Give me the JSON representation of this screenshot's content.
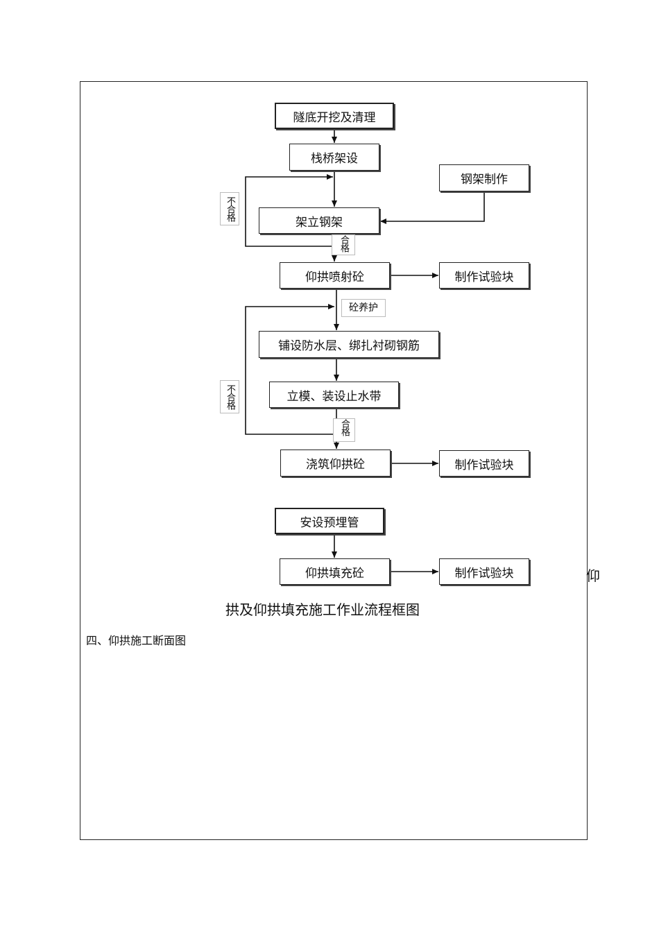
{
  "flowchart": {
    "nodes": {
      "excavation": "隧底开挖及清理",
      "trestle": "栈桥架设",
      "steel_frame_make": "钢架制作",
      "erect_steel_frame": "架立钢架",
      "invert_shotcrete": "仰拱喷射砼",
      "test_block_1": "制作试验块",
      "waterproof_rebar": "铺设防水层、绑扎衬砌钢筋",
      "formwork_waterstop": "立模、装设止水带",
      "pour_invert": "浇筑仰拱砼",
      "test_block_2": "制作试验块",
      "install_pipe": "安设预埋管",
      "invert_fill": "仰拱填充砼",
      "test_block_3": "制作试验块"
    },
    "labels": {
      "fail_1": "不合格",
      "pass_1": "合格",
      "curing": "砼养护",
      "fail_2": "不合格",
      "pass_2": "合格"
    }
  },
  "caption_part1": "仰",
  "caption_part2": "拱及仰拱填充施工作业流程框图",
  "section_heading": "四、仰拱施工断面图"
}
